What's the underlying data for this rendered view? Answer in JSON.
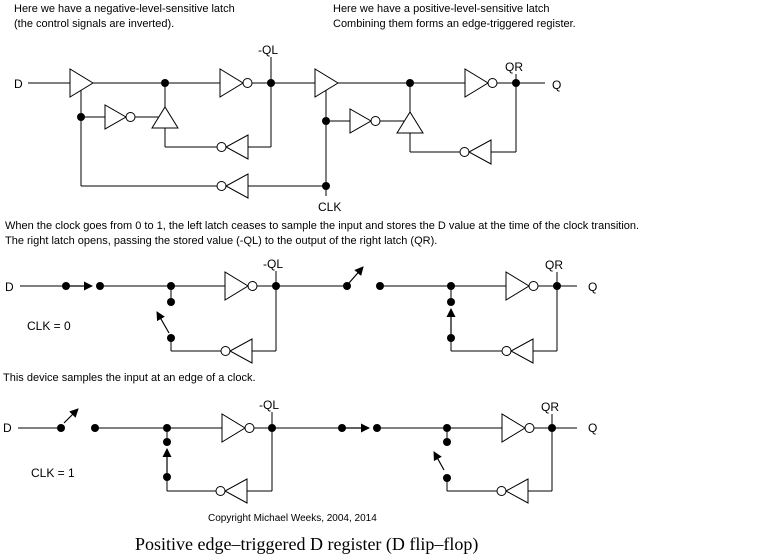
{
  "colors": {
    "ink": "#000000",
    "paper": "#ffffff"
  },
  "intro": {
    "left_line1": "Here we have a negative-level-sensitive latch",
    "left_line2": "(the control signals are inverted).",
    "right_line1": "Here we have a positive-level-sensitive latch",
    "right_line2": "Combining them forms an edge-triggered register."
  },
  "explanation": {
    "line1": "When the clock goes from 0 to 1, the left latch ceases to sample the input and stores the D value at the time of the clock transition.",
    "line2": "The right latch opens, passing the stored value (-QL) to the output of the right latch (QR)."
  },
  "sampling_note": "This device samples the input at an edge of a clock.",
  "labels": {
    "d": "D",
    "q": "Q",
    "clk": "CLK",
    "not_ql": "-QL",
    "qr": "QR",
    "clk_eq_0": "CLK = 0",
    "clk_eq_1": "CLK = 1"
  },
  "footer": {
    "copyright": "Copyright Michael Weeks, 2004, 2014",
    "title": "Positive edge–triggered D register (D flip–flop)"
  }
}
